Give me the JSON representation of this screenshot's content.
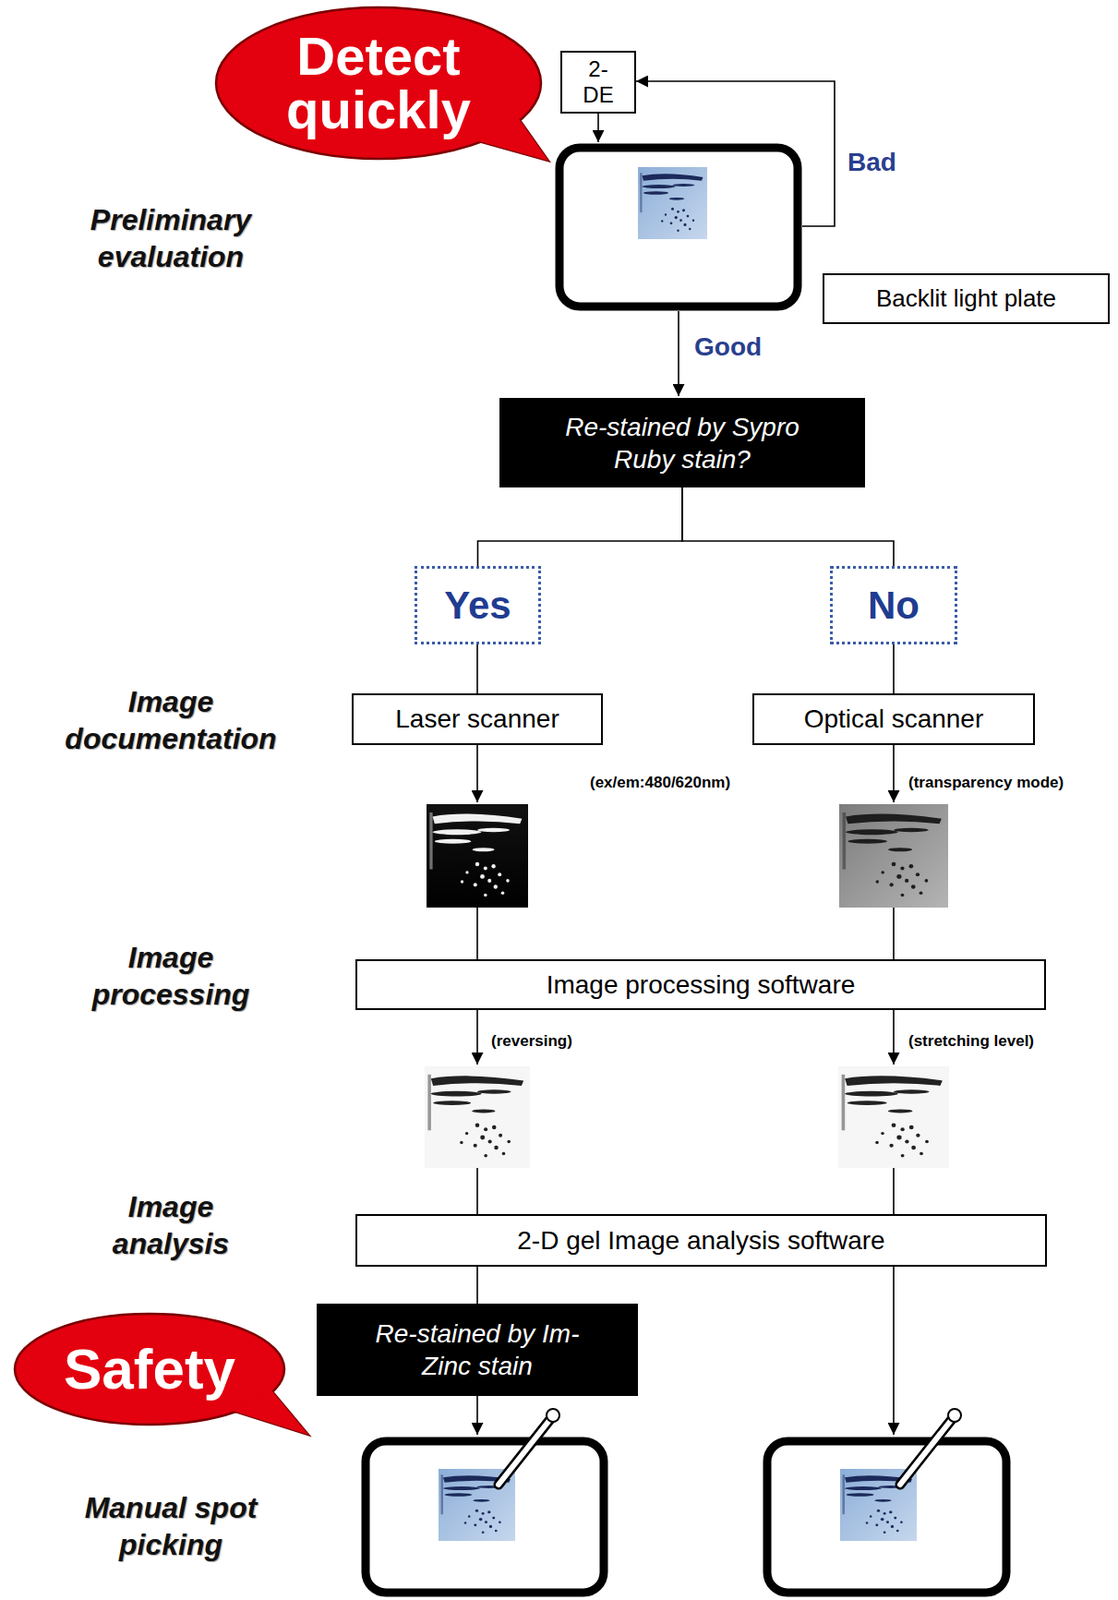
{
  "diagram": {
    "nodes": [
      {
        "text": [
          "Detect quickly"
        ]
      },
      {
        "text": [
          "2-DE"
        ]
      },
      {
        "text": [
          "Backlit light plate"
        ]
      },
      {
        "text": [
          "Re-stained by Sypro Ruby stain?"
        ]
      },
      {
        "text": [
          "Yes"
        ]
      },
      {
        "text": [
          "No"
        ]
      },
      {
        "text": [
          "Laser scanner"
        ]
      },
      {
        "text": [
          "Optical scanner"
        ]
      },
      {
        "text": [
          "Image processing software"
        ]
      },
      {
        "text": [
          "2-D gel Image analysis software"
        ]
      },
      {
        "text": [
          "Safety"
        ]
      },
      {
        "text": [
          "Re-stained by Im-Zinc stain"
        ]
      }
    ],
    "edges": [
      {
        "from": 3,
        "to": 4,
        "arrow": "none"
      },
      {
        "from": 3,
        "to": 5,
        "arrow": "none"
      },
      {
        "from": 4,
        "to": 6,
        "arrow": "none"
      },
      {
        "from": 5,
        "to": 7,
        "arrow": "none"
      },
      {
        "from": 9,
        "to": 11,
        "arrow": "none"
      }
    ],
    "labels": [
      "Preliminary evaluation",
      "Bad",
      "Good",
      "Image documentation",
      "(ex/em:480/620nm)",
      "(transparency mode)",
      "Image processing",
      "(reversing)",
      "(stretching level)",
      "Image analysis",
      "Manual spot picking"
    ]
  }
}
